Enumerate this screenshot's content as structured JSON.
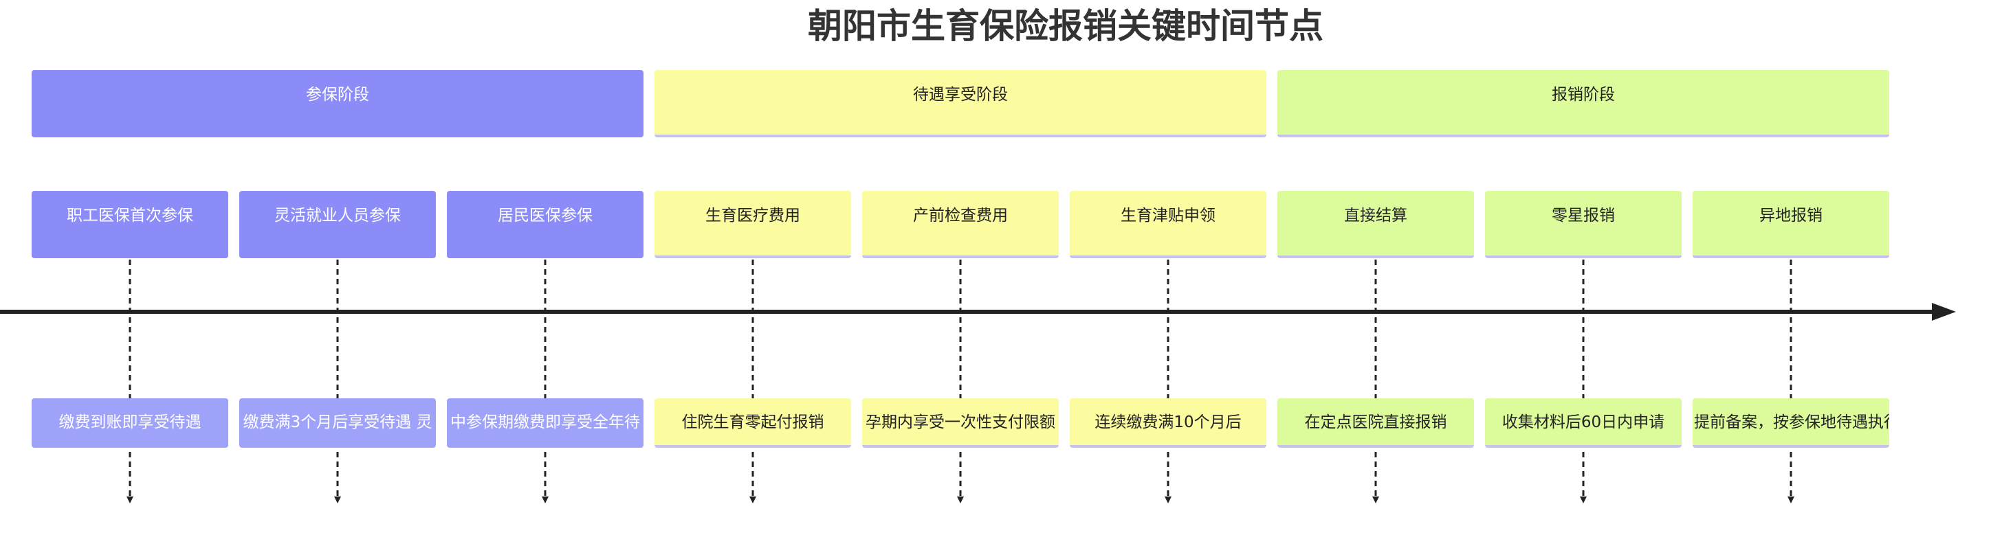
{
  "title": "朝阳市生育保险报销关键时间节点",
  "phases": [
    {
      "label": "参保阶段"
    },
    {
      "label": "待遇享受阶段"
    },
    {
      "label": "报销阶段"
    }
  ],
  "nodes": [
    {
      "label": "职工医保首次参保",
      "detail": "缴费到账即享受待遇"
    },
    {
      "label": "灵活就业人员参保",
      "detail": "缴费满3个月后享受待遇 灵"
    },
    {
      "label": "居民医保参保",
      "detail": "中参保期缴费即享受全年待"
    },
    {
      "label": "生育医疗费用",
      "detail": "住院生育零起付报销"
    },
    {
      "label": "产前检查费用",
      "detail": "孕期内享受一次性支付限额"
    },
    {
      "label": "生育津贴申领",
      "detail": "连续缴费满10个月后"
    },
    {
      "label": "直接结算",
      "detail": "在定点医院直接报销"
    },
    {
      "label": "零星报销",
      "detail": "收集材料后60日内申请"
    },
    {
      "label": "异地报销",
      "detail": "提前备案，按参保地待遇执行"
    }
  ],
  "colors": {
    "enrollment": "#8b8cf7",
    "benefit": "#fbfb9f",
    "reimbursement": "#dcfb9a",
    "axis": "#222222"
  }
}
